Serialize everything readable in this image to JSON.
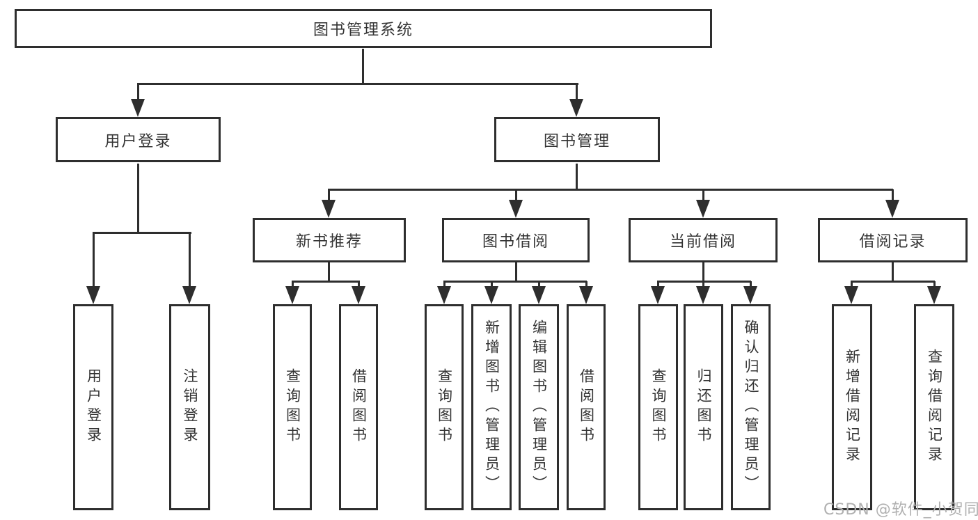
{
  "tree": {
    "label": "图书管理系统",
    "children": [
      {
        "label": "用户登录",
        "children": [
          {
            "label": "用户登录"
          },
          {
            "label": "注销登录"
          }
        ]
      },
      {
        "label": "图书管理",
        "children": [
          {
            "label": "新书推荐",
            "children": [
              {
                "label": "查询图书"
              },
              {
                "label": "借阅图书"
              }
            ]
          },
          {
            "label": "图书借阅",
            "children": [
              {
                "label": "查询图书"
              },
              {
                "label": "新增图书（管理员）"
              },
              {
                "label": "编辑图书（管理员）"
              },
              {
                "label": "借阅图书"
              }
            ]
          },
          {
            "label": "当前借阅",
            "children": [
              {
                "label": "查询图书"
              },
              {
                "label": "归还图书"
              },
              {
                "label": "确认归还（管理员）"
              }
            ]
          },
          {
            "label": "借阅记录",
            "children": [
              {
                "label": "新增借阅记录"
              },
              {
                "label": "查询借阅记录"
              }
            ]
          }
        ]
      }
    ]
  },
  "watermark": "CSDN @软件_小贺同学",
  "colors": {
    "line": "#2e2e2e",
    "text": "#333333",
    "background": "#ffffff",
    "watermark": "#b0b0b0"
  }
}
